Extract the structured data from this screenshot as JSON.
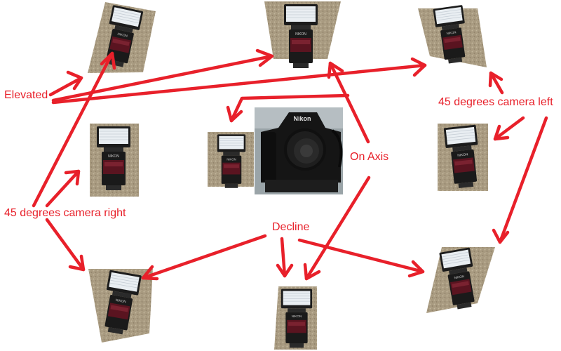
{
  "labels": {
    "elevated": "Elevated",
    "camera_left": "45 degrees camera left",
    "on_axis": "On Axis",
    "camera_right": "45 degrees camera right",
    "decline": "Decline"
  },
  "camera_brand": "Nikon",
  "colors": {
    "arrow": "#e8202a",
    "label": "#e8202a",
    "carpet": "#a89a80",
    "flash_body": "#1a1a1a",
    "flash_panel": "#5a1420"
  }
}
